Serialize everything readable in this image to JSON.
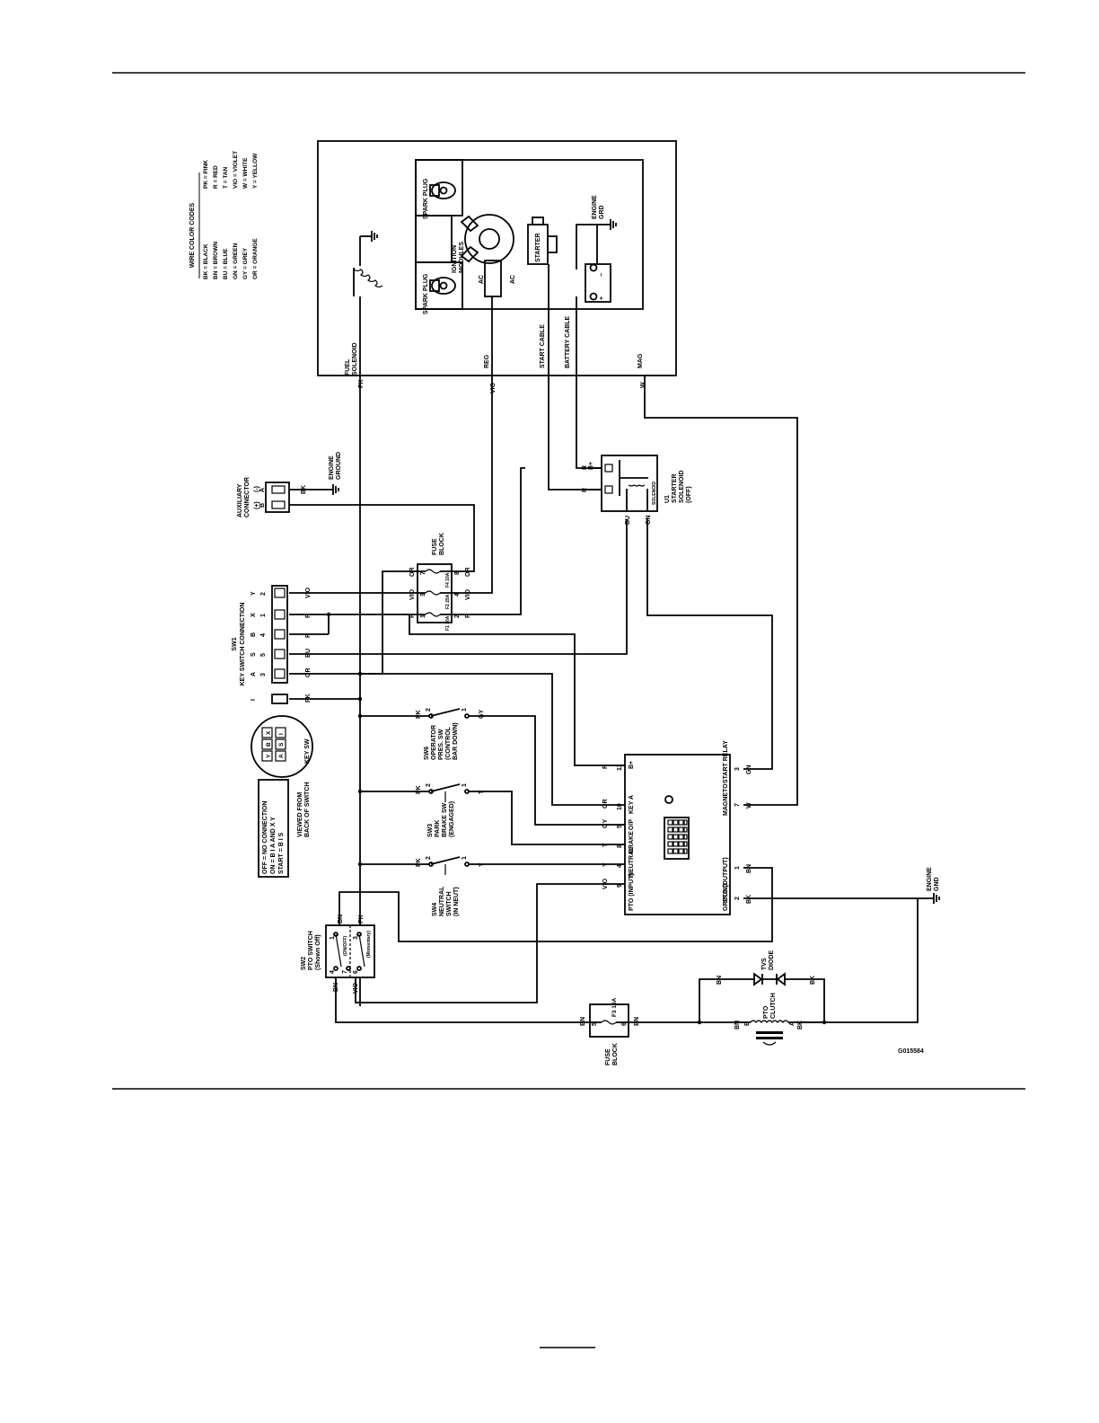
{
  "figure_id": "G015584",
  "footer_page_number": "",
  "wire_color_codes": {
    "title": "WIRE COLOR CODES",
    "left": [
      "BK = BLACK",
      "BN = BROWN",
      "BU = BLUE",
      "GN = GREEN",
      "GY = GREY",
      "OR = ORANGE"
    ],
    "right": [
      "PK = PINK",
      "R = RED",
      "T = TAN",
      "VIO = VIOLET",
      "W = WHITE",
      "Y = YELLOW"
    ]
  },
  "engine": {
    "spark_plug_top": "SPARK PLUG",
    "spark_plug_bottom": "SPARK PLUG",
    "ignition_modules": [
      "IGNITION",
      "MODULES"
    ],
    "starter": "STARTER",
    "engine_grd": [
      "ENGINE",
      "GRD"
    ],
    "ac_left": "AC",
    "ac_right": "AC",
    "fuel_solenoid": [
      "FUEL",
      "SOLENOID"
    ],
    "reg": "REG",
    "start_cable": "START CABLE",
    "battery_cable": "BATTERY CABLE",
    "mag": "MAG",
    "battery_minus": "−",
    "battery_plus": "+",
    "exit_pk": "PK",
    "exit_vio": "VIO",
    "exit_w": "W"
  },
  "aux_connector": {
    "label": [
      "AUXILIARY",
      "CONNECTOR"
    ],
    "plus": "(+)",
    "minus": "(-)",
    "pin_b": "B",
    "pin_a": "A",
    "wire_bk": "BK",
    "engine_ground": [
      "ENGINE",
      "GROUND"
    ]
  },
  "key_switch": {
    "title": [
      "SW1",
      "KEY SWITCH CONNECTION"
    ],
    "letters": [
      "Y",
      "X",
      "B",
      "S",
      "A",
      "I"
    ],
    "numbers": [
      "2",
      "1",
      "4",
      "5",
      "3",
      ""
    ],
    "wires": [
      "VIO",
      "R",
      "R",
      "BU",
      "OR",
      "PK"
    ],
    "face_letters": [
      "X",
      "I",
      "S",
      "Y",
      "A",
      "B"
    ],
    "face_label": "KEY SW",
    "viewed_from": [
      "VIEWED FROM",
      "BACK OF SWITCH"
    ],
    "logic": [
      "OFF    = NO CONNECTION",
      "ON     = B I A AND X Y",
      "START = B I S"
    ]
  },
  "fuse_block_top": {
    "label": [
      "FUSE",
      "BLOCK"
    ],
    "left_pins": [
      "7",
      "3",
      "1"
    ],
    "right_pins": [
      "8",
      "4",
      "2"
    ],
    "fuses": [
      "F4  10A",
      "F2  25A",
      "F1  30A"
    ],
    "left_wires": [
      "OR",
      "VIO",
      "R"
    ],
    "right_wires": [
      "OR",
      "VIO",
      "R"
    ]
  },
  "starter_solenoid": {
    "label": [
      "U1",
      "STARTER",
      "SOLENOID",
      "(OFF)"
    ],
    "solenoid_word": "SOLENOID",
    "pin_r_top": "R",
    "pin_b_plus": "B+",
    "pin_r_bottom": "R",
    "wire_bu": "BU",
    "wire_gn": "GN"
  },
  "switches": {
    "sw6": [
      "SW6",
      "OPERATOR",
      "PRES. SW",
      "(CONTROL",
      "BAR DOWN)"
    ],
    "sw3": [
      "SW3",
      "PARK",
      "BRAKE SW",
      "(ENGAGED)"
    ],
    "sw4": [
      "SW4",
      "NEUTRAL",
      "SWITCH",
      "(IN NEUT)"
    ],
    "sw6_wires": [
      "PK",
      "GY"
    ],
    "sw3_wires": [
      "PK",
      "T"
    ],
    "sw4_wires": [
      "PK",
      "Y"
    ],
    "pin2": "2",
    "pin1": "1"
  },
  "controller": {
    "left_pins": [
      {
        "num": "11",
        "label": "B+",
        "wire": "R"
      },
      {
        "num": "10",
        "label": "KEY A",
        "wire": "OR"
      },
      {
        "num": "5",
        "label": "O/P",
        "wire": "GY"
      },
      {
        "num": "8",
        "label": "BRAKE",
        "wire": "T"
      },
      {
        "num": "4",
        "label": "NEUTRAL",
        "wire": "Y"
      },
      {
        "num": "9",
        "label": "PTO (INPUT)",
        "wire": "VIO"
      }
    ],
    "right_pins": [
      {
        "num": "3",
        "label": "START RELAY",
        "wire": "GN"
      },
      {
        "num": "7",
        "label": "MAGNETO",
        "wire": "W"
      },
      {
        "num": "1",
        "label": "PTO (OUTPUT)",
        "wire": "BN"
      },
      {
        "num": "2",
        "label": "GROUND",
        "wire": "BK"
      }
    ]
  },
  "engine_gnd": [
    "ENGINE",
    "GND"
  ],
  "pto_switch": {
    "label": [
      "SW2",
      "PTO SWITCH",
      "(Shown Off)"
    ],
    "on_off": "(ON/OFF)",
    "momentary": "(Momentary)",
    "pins": [
      "1",
      "3",
      "4",
      "7",
      "6"
    ],
    "wires_top": [
      "BN",
      "PK"
    ],
    "wires_bottom": [
      "BN",
      "VIO"
    ]
  },
  "fuse_block_bottom": {
    "label": [
      "FUSE",
      "BLOCK"
    ],
    "fuse": "F3  10A",
    "pin_left": "5",
    "pin_right": "6",
    "wire_left": "BN",
    "wire_right": "BN"
  },
  "pto_clutch": {
    "label": [
      "PTO",
      "CLUTCH"
    ],
    "diode": [
      "TVS",
      "DIODE"
    ],
    "pin_b": "B",
    "pin_a": "A",
    "wires": [
      "BN",
      "BN",
      "BK",
      "BK"
    ]
  }
}
